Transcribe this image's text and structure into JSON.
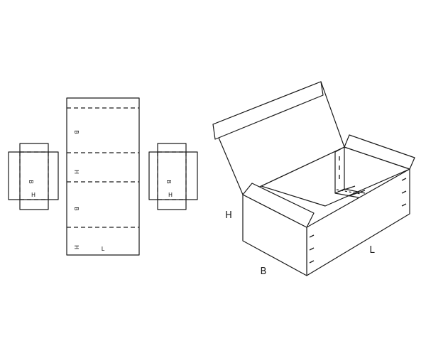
{
  "diagram": {
    "flat_labels": {
      "left_flap_b": "B",
      "left_flap_h": "H",
      "main_b_top": "B",
      "main_h_mid": "H",
      "main_b_low": "B",
      "main_h_bottom": "H",
      "main_l": "L",
      "right_flap_b": "B",
      "right_flap_h": "H"
    },
    "box_labels": {
      "height": "H",
      "breadth": "B",
      "length": "L"
    },
    "colors": {
      "stroke": "#1a1a1a",
      "background": "#ffffff"
    }
  }
}
